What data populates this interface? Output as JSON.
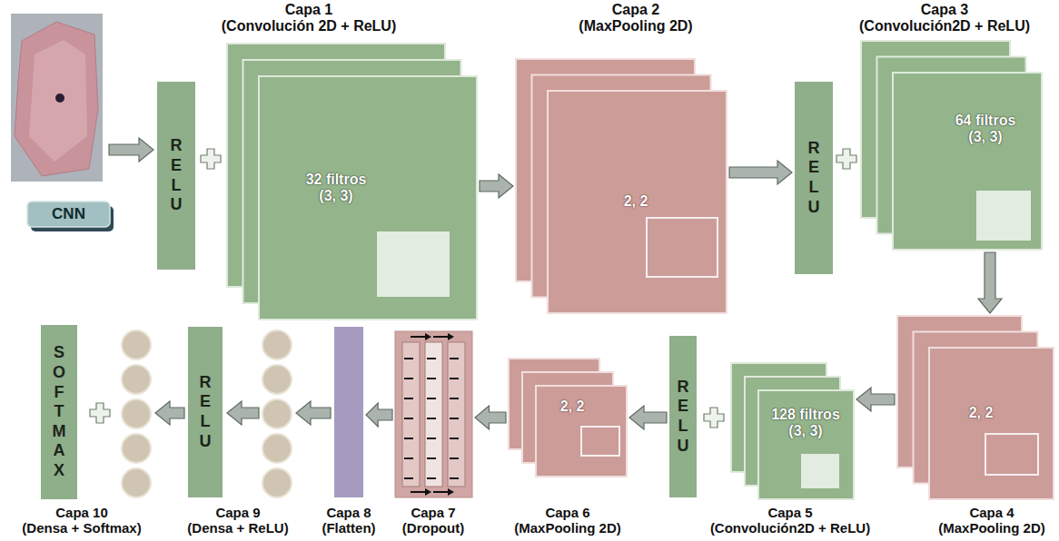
{
  "diagram": {
    "nodes": [
      {
        "text": [
          "CNN"
        ]
      },
      {
        "text": [
          "RELU"
        ]
      },
      {
        "text": [
          "Capa 1",
          "(Convolución 2D + ReLU)",
          "32 filtros (3, 3)"
        ]
      },
      {
        "text": [
          "Capa 2",
          "(MaxPooling 2D)",
          "2, 2"
        ]
      },
      {
        "text": [
          "RELU"
        ]
      },
      {
        "text": [
          "Capa 3",
          "(Convolución2D + ReLU)",
          "64 filtros (3, 3)"
        ]
      },
      {
        "text": [
          "Capa 4",
          "(MaxPooling 2D)",
          "2, 2"
        ]
      },
      {
        "text": [
          "Capa 5",
          "(Convolución2D + ReLU)",
          "128 filtros (3, 3)"
        ]
      },
      {
        "text": [
          "RELU"
        ]
      },
      {
        "text": [
          "Capa 6",
          "(MaxPooling 2D)",
          "2, 2"
        ]
      },
      {
        "text": [
          "Capa 7",
          "(Dropout)"
        ]
      },
      {
        "text": [
          "Capa 8",
          "(Flatten)"
        ]
      },
      {
        "text": [
          "Capa 9",
          "(Densa + ReLU)",
          "RELU"
        ]
      },
      {
        "text": [
          "Capa 10",
          "(Densa + Softmax)",
          "SOFTMAX"
        ]
      }
    ],
    "edges": [
      {
        "from": 2,
        "to": 3,
        "arrow": "to"
      },
      {
        "from": 3,
        "to": 4,
        "arrow": "to"
      },
      {
        "from": 5,
        "to": 6,
        "arrow": "to"
      },
      {
        "from": 6,
        "to": 7,
        "arrow": "to"
      },
      {
        "from": 8,
        "to": 9,
        "arrow": "to"
      },
      {
        "from": 9,
        "to": 10,
        "arrow": "to"
      },
      {
        "from": 10,
        "to": 11,
        "arrow": "to"
      }
    ]
  }
}
